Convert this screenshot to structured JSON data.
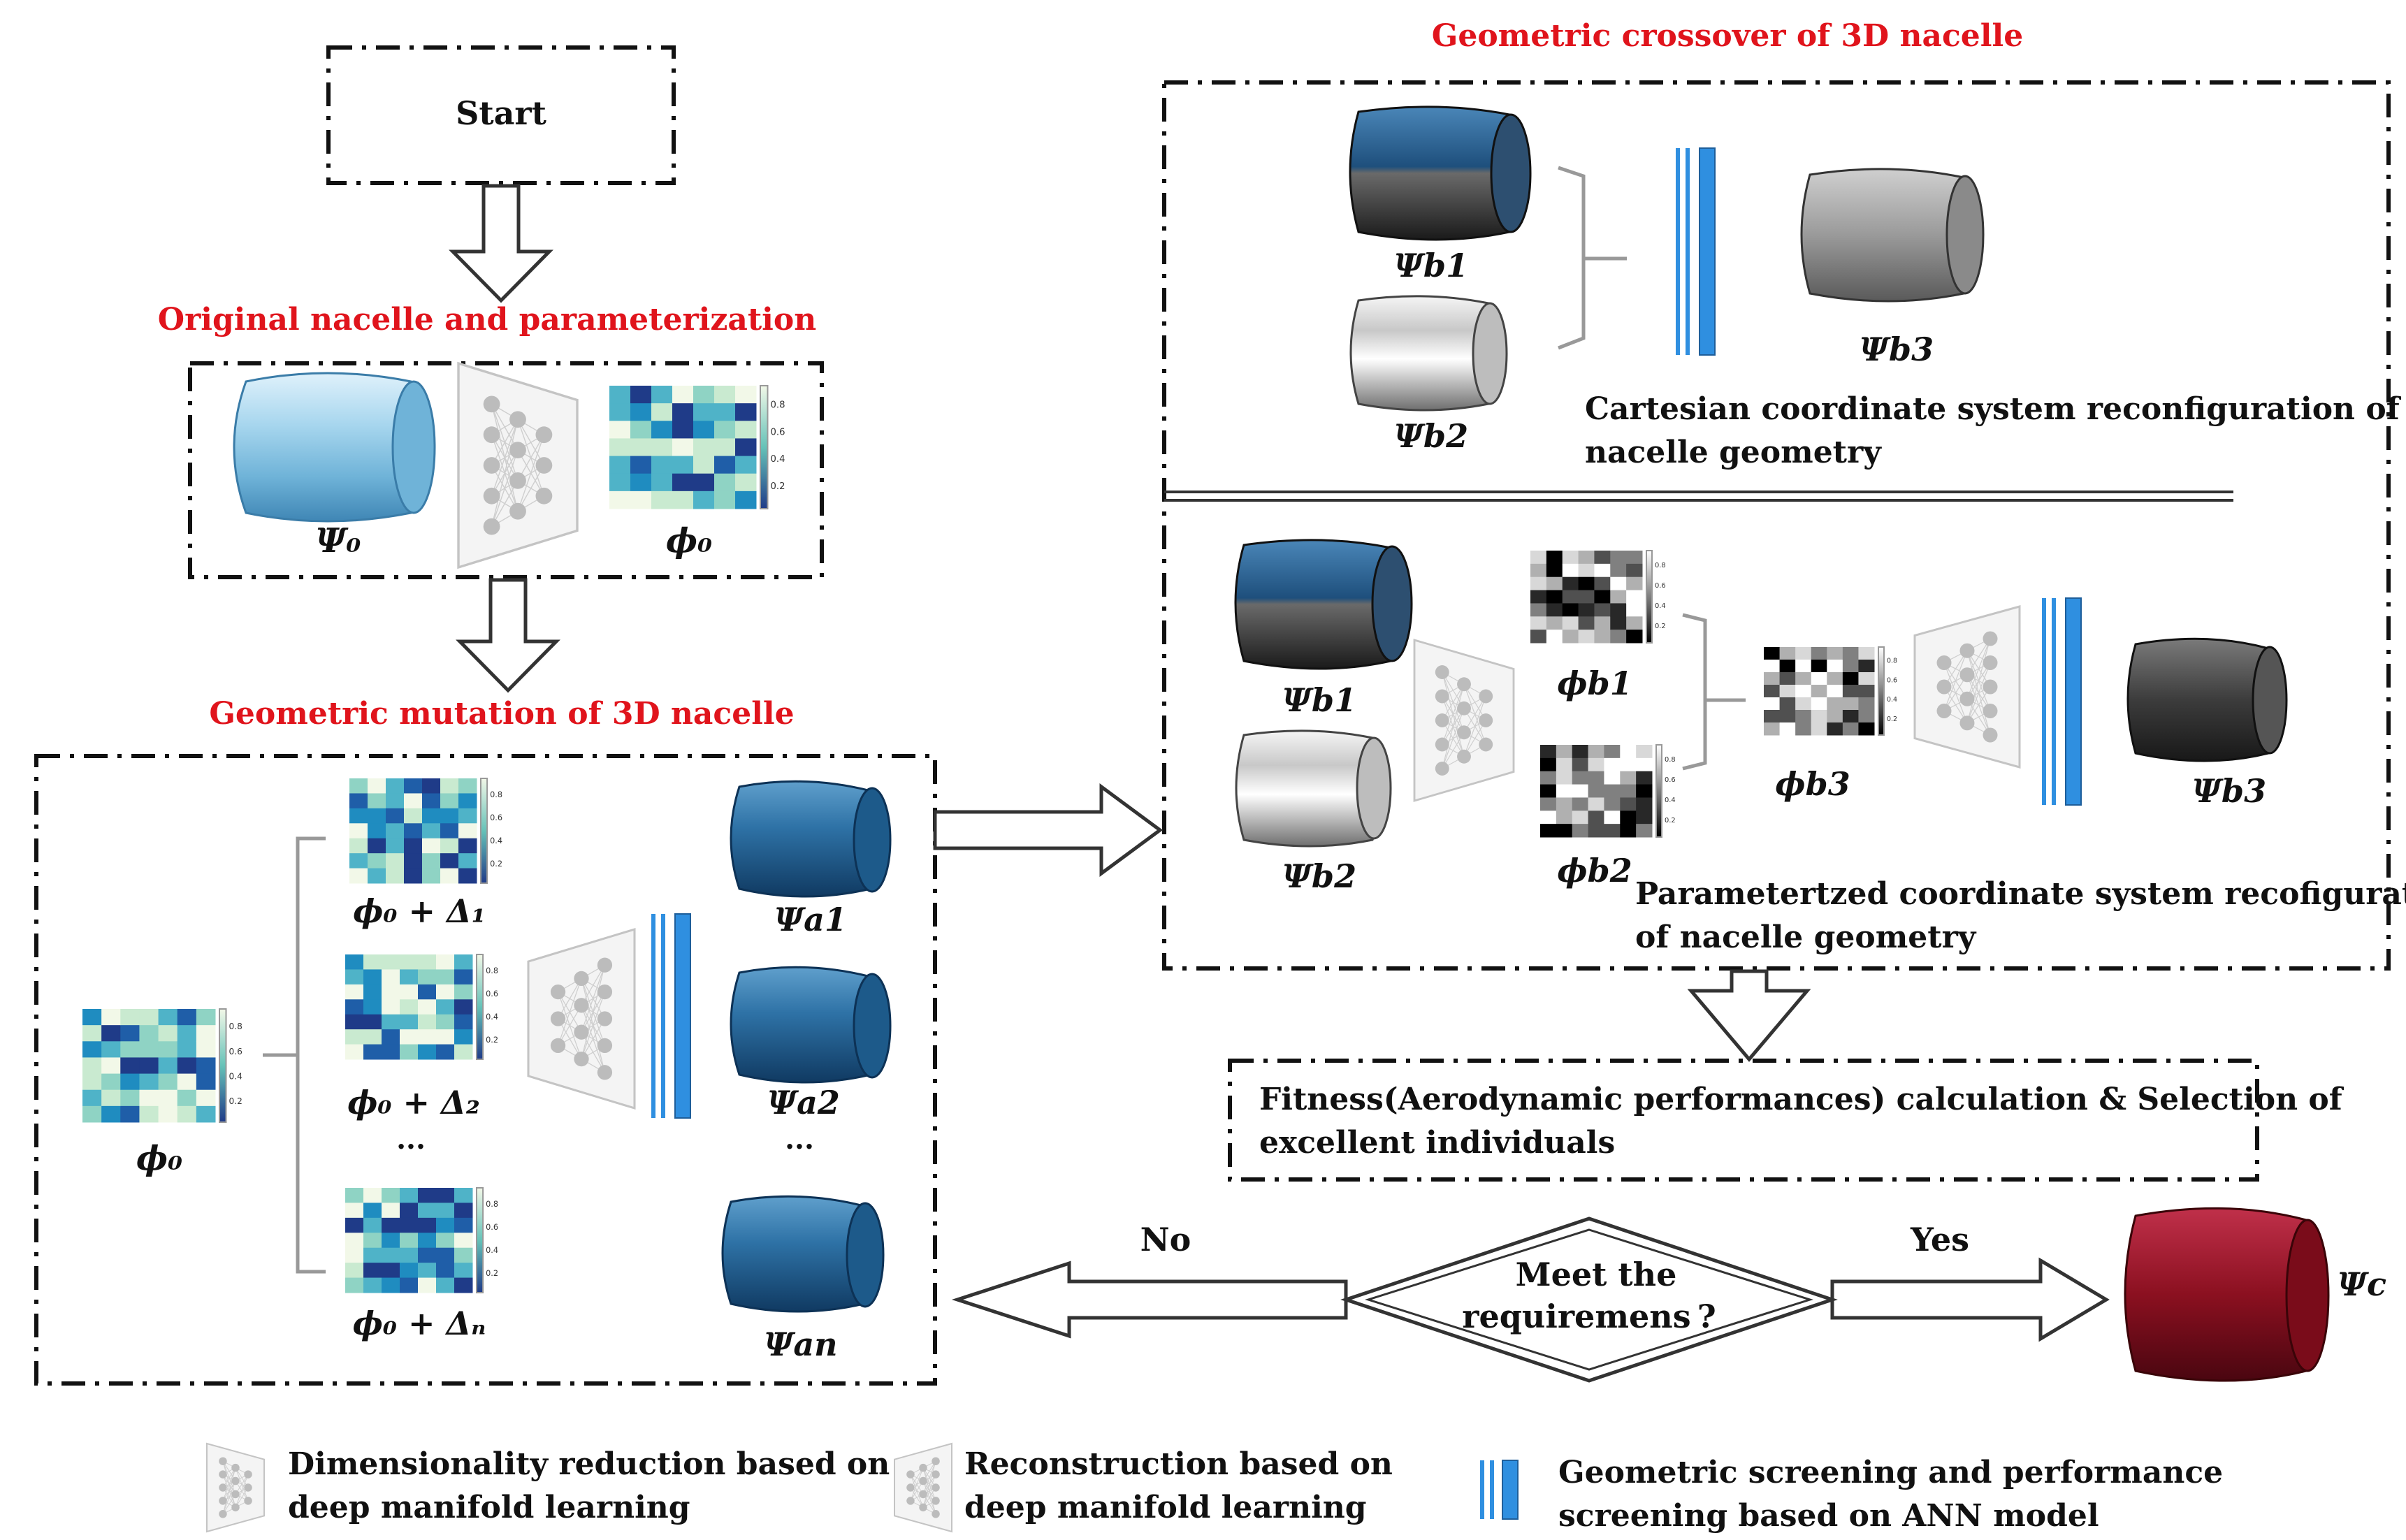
{
  "labels": {
    "start": "Start",
    "original_title": "Original nacelle and parameterization",
    "mutation_title": "Geometric mutation of 3D nacelle",
    "crossover_title": "Geometric crossover of 3D nacelle",
    "cartesian_line1": "Cartesian coordinate system reconfiguration of",
    "cartesian_line2": "nacelle geometry",
    "param_line1": "Parametertzed coordinate system recofiguration",
    "param_line2": "of nacelle geometry",
    "fitness_line1": "Fitness(Aerodynamic performances) calculation & Selection of",
    "fitness_line2": "excellent individuals",
    "decision_line1": "Meet the",
    "decision_line2": "requiremens ?",
    "no": "No",
    "yes": "Yes",
    "ellipsis": "..."
  },
  "symbols": {
    "psi0": "Ψ₀",
    "phi0": "ϕ₀",
    "phi0_d1": "ϕ₀ + Δ₁",
    "phi0_d2": "ϕ₀ + Δ₂",
    "phi0_dn": "ϕ₀ + Δₙ",
    "psi_a1": "Ψa1",
    "psi_a2": "Ψa2",
    "psi_an": "Ψan",
    "psi_b1": "Ψb1",
    "psi_b2": "Ψb2",
    "psi_b3": "Ψb3",
    "phi_b1": "ϕb1",
    "phi_b2": "ϕb2",
    "phi_b3": "ϕb3",
    "psi_c": "Ψc"
  },
  "legend": {
    "reduction_line1": "Dimensionality reduction based on",
    "reduction_line2": "deep manifold learning",
    "reconstruction_line1": "Reconstruction based on",
    "reconstruction_line2": "deep manifold learning",
    "screening_line1": "Geometric screening and performance",
    "screening_line2": "screening based on ANN model"
  },
  "colorbar_ticks": [
    "0.8",
    "0.6",
    "0.4",
    "0.2"
  ],
  "colors": {
    "title_red": "#e0141c",
    "nacelle_lightblue": "#8fc8e6",
    "nacelle_blue": "#2b6a9c",
    "nacelle_red": "#8b1020",
    "ann_bar_blue": "#2f8fe0"
  }
}
